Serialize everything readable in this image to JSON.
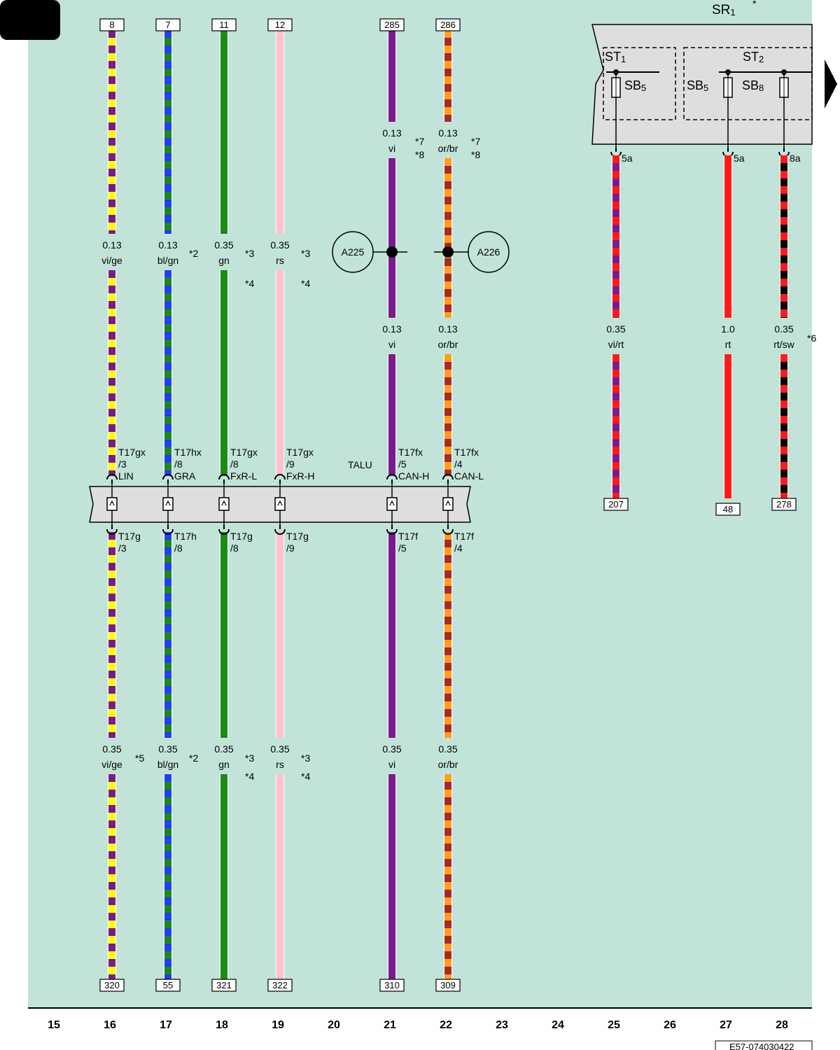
{
  "page_corner_tab": "",
  "footer_code": "E57-074030422",
  "column_numbers": [
    "15",
    "16",
    "17",
    "18",
    "19",
    "20",
    "21",
    "22",
    "23",
    "24",
    "25",
    "26",
    "27",
    "28"
  ],
  "colors": {
    "background": "#c2e3d8",
    "vi": "#7b1a8e",
    "ge": "#ffff00",
    "bl": "#1f3cff",
    "gn": "#1a8a1a",
    "rs": "#ffc0cb",
    "or": "#ff9f1a",
    "br": "#a52a2a",
    "rt": "#ff1a1a",
    "sw": "#000000",
    "connector_fill": "#dedede"
  },
  "wires": [
    {
      "id": "w16",
      "top_ref": "8",
      "bottom_ref": "320",
      "label_upper": [
        "0.13",
        "vi/ge"
      ],
      "marks_upper": [],
      "label_lower": [
        "0.35",
        "vi/ge"
      ],
      "marks_lower": [
        "*5"
      ],
      "colors": [
        "vi",
        "ge"
      ]
    },
    {
      "id": "w17",
      "top_ref": "7",
      "bottom_ref": "55",
      "label_upper": [
        "0.13",
        "bl/gn"
      ],
      "marks_upper": [
        "*2"
      ],
      "label_lower": [
        "0.35",
        "bl/gn"
      ],
      "marks_lower": [
        "*2"
      ],
      "colors": [
        "bl",
        "gn"
      ]
    },
    {
      "id": "w18",
      "top_ref": "11",
      "bottom_ref": "321",
      "label_upper": [
        "0.35",
        "gn"
      ],
      "marks_upper": [
        "*3",
        "*4"
      ],
      "label_lower": [
        "0.35",
        "gn"
      ],
      "marks_lower": [
        "*3",
        "*4"
      ],
      "colors": [
        "gn"
      ]
    },
    {
      "id": "w19",
      "top_ref": "12",
      "bottom_ref": "322",
      "label_upper": [
        "0.35",
        "rs"
      ],
      "marks_upper": [
        "*3",
        "*4"
      ],
      "label_lower": [
        "0.35",
        "rs"
      ],
      "marks_lower": [
        "*3",
        "*4"
      ],
      "colors": [
        "rs"
      ]
    },
    {
      "id": "w21",
      "top_ref": "285",
      "bottom_ref": "310",
      "label_top": [
        "0.13",
        "vi"
      ],
      "marks_top": [
        "*7",
        "*8"
      ],
      "label_upper": [
        "0.13",
        "vi"
      ],
      "marks_upper": [],
      "label_lower": [
        "0.35",
        "vi"
      ],
      "marks_lower": [],
      "colors": [
        "vi"
      ]
    },
    {
      "id": "w22",
      "top_ref": "286",
      "bottom_ref": "309",
      "label_top": [
        "0.13",
        "or/br"
      ],
      "marks_top": [
        "*7",
        "*8"
      ],
      "label_upper": [
        "0.13",
        "or/br"
      ],
      "marks_upper": [],
      "label_lower": [
        "0.35",
        "or/br"
      ],
      "marks_lower": [],
      "colors": [
        "or",
        "br"
      ]
    }
  ],
  "splices": [
    {
      "id": "s21",
      "label": "A225"
    },
    {
      "id": "s22",
      "label": "A226"
    }
  ],
  "connector": {
    "name": "TALU",
    "upper_pins": [
      {
        "line1": "T17gx",
        "line2": "/3",
        "line3": "LIN"
      },
      {
        "line1": "T17hx",
        "line2": "/8",
        "line3": "GRA"
      },
      {
        "line1": "T17gx",
        "line2": "/8",
        "line3": "FxR-L"
      },
      {
        "line1": "T17gx",
        "line2": "/9",
        "line3": "FxR-H"
      },
      {
        "line1": "T17fx",
        "line2": "/5",
        "line3": "CAN-H"
      },
      {
        "line1": "T17fx",
        "line2": "/4",
        "line3": "CAN-L"
      }
    ],
    "lower_pins": [
      {
        "line1": "T17g",
        "line2": "/3"
      },
      {
        "line1": "T17h",
        "line2": "/8"
      },
      {
        "line1": "T17g",
        "line2": "/8"
      },
      {
        "line1": "T17g",
        "line2": "/9"
      },
      {
        "line1": "T17f",
        "line2": "/5"
      },
      {
        "line1": "T17f",
        "line2": "/4"
      }
    ]
  },
  "fuse_box": {
    "name": "SR",
    "name_sub": "1",
    "name_mark": "*",
    "st1": {
      "name": "ST",
      "sub": "1"
    },
    "st2": {
      "name": "ST",
      "sub": "2"
    },
    "fuse_a": {
      "name": "SB",
      "sub": "5"
    },
    "fuse_b": {
      "name": "SB",
      "sub": "5"
    },
    "fuse_c": {
      "name": "SB",
      "sub": "8"
    }
  },
  "right_wires": [
    {
      "id": "w25",
      "pin": "5a",
      "gauge": "0.35",
      "color_code": "vi/rt",
      "mark": "",
      "bottom_ref": "207",
      "colors": [
        "rt",
        "vi"
      ]
    },
    {
      "id": "w27",
      "pin": "5a",
      "gauge": "1.0",
      "color_code": "rt",
      "mark": "",
      "bottom_ref": "48",
      "colors": [
        "rt"
      ]
    },
    {
      "id": "w28",
      "pin": "8a",
      "gauge": "0.35",
      "color_code": "rt/sw",
      "mark": "*6",
      "bottom_ref": "278",
      "colors": [
        "rt",
        "sw"
      ]
    }
  ]
}
